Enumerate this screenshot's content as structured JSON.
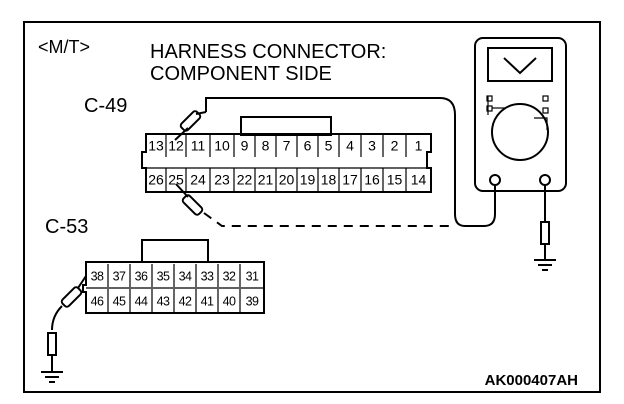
{
  "labels": {
    "variant": "<M/T>",
    "title_line1": "HARNESS CONNECTOR:",
    "title_line2": "COMPONENT SIDE",
    "connector_top": "C-49",
    "connector_bottom": "C-53",
    "figure_code": "AK000407AH"
  },
  "c49": {
    "row1": [
      "13",
      "12",
      "11",
      "10",
      "9",
      "8",
      "7",
      "6",
      "5",
      "4",
      "3",
      "2",
      "1"
    ],
    "row2": [
      "26",
      "25",
      "24",
      "23",
      "22",
      "21",
      "20",
      "19",
      "18",
      "17",
      "16",
      "15",
      "14"
    ]
  },
  "c53": {
    "row1": [
      "38",
      "37",
      "36",
      "35",
      "34",
      "33",
      "32",
      "31"
    ],
    "row2": [
      "46",
      "45",
      "44",
      "43",
      "42",
      "41",
      "40",
      "39"
    ]
  },
  "meter": {
    "mode": "voltage",
    "display_symbol": "V"
  },
  "icons": [
    "multimeter-icon",
    "ground-icon",
    "test-probe-icon",
    "resistor-icon"
  ]
}
